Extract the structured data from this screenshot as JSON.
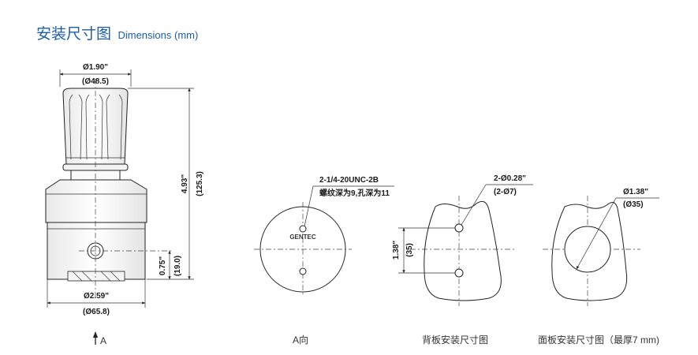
{
  "header": {
    "title_cn": "安装尺寸图",
    "title_en": "Dimensions (mm)"
  },
  "side_view": {
    "top_dim_in": "Ø1.90\"",
    "top_dim_mm": "(Ø48.5)",
    "height_in": "4.93\"",
    "height_mm": "(125.3)",
    "port_height_in": "0.75\"",
    "port_height_mm": "(19.0)",
    "bottom_dim_in": "Ø2.59\"",
    "bottom_dim_mm": "(Ø65.8)",
    "view_marker": "A"
  },
  "view_a": {
    "thread_label": "2-1/4-20UNC-2B",
    "thread_note": "螺纹深为9,孔深为11",
    "brand": "GENTEC",
    "caption": "A向"
  },
  "back_panel": {
    "hole_label_in": "2-Ø0.28\"",
    "hole_label_mm": "(2-Ø7)",
    "spacing_in": "1.38\"",
    "spacing_mm": "(35)",
    "caption": "背板安装尺寸图"
  },
  "front_panel": {
    "hole_dim_in": "Ø1.38\"",
    "hole_dim_mm": "(Ø35)",
    "caption": "面板安装尺寸图（最厚7 mm)"
  }
}
